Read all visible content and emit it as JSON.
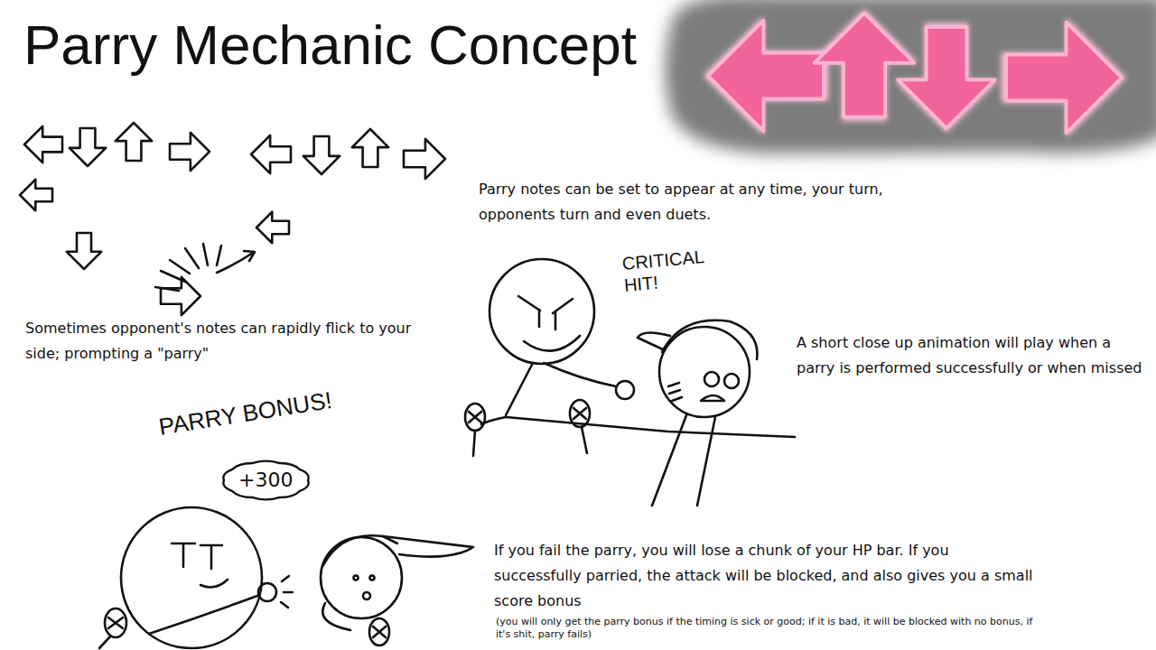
{
  "diagram": {
    "title": "Parry Mechanic Concept",
    "nodes": [
      {
        "text": [
          "+300"
        ]
      }
    ],
    "labels": [
      "Parry notes can be set to appear at any time, your turn, opponents turn and even duets.",
      "Sometimes opponent's notes can rapidly flick to your side; prompting a \"parry\"",
      "CRITICAL HIT!",
      "A short close up animation will play when a parry is performed successfully or when missed",
      "PARRY BONUS!",
      "If you fail the parry, you will lose a chunk of your HP bar. If you successfully parried, the attack will be blocked, and also gives you a small score bonus",
      "(you will only get the parry bonus if the timing is sick or good; if it is bad, it will be blocked with no bonus, if it's shit, parry fails)"
    ]
  }
}
